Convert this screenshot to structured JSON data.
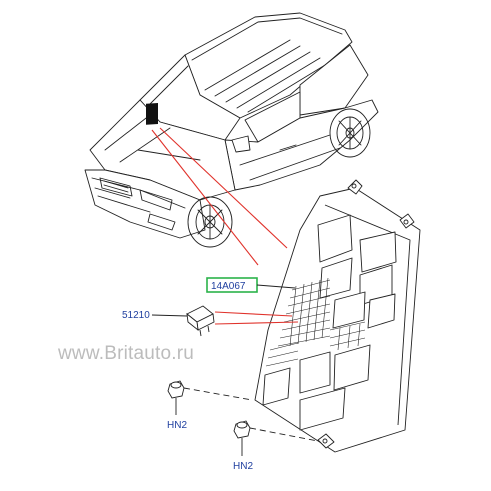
{
  "watermark": "www.Britauto.ru",
  "callouts": {
    "fuse_box": "14A067",
    "fuse": "51210",
    "nut_upper": "HN2",
    "nut_lower": "HN2"
  },
  "colors": {
    "leader_red": "#e0332c",
    "callout_text": "#1f3f9f",
    "highlight_box": "#2bb34a",
    "line_art": "#222222"
  }
}
